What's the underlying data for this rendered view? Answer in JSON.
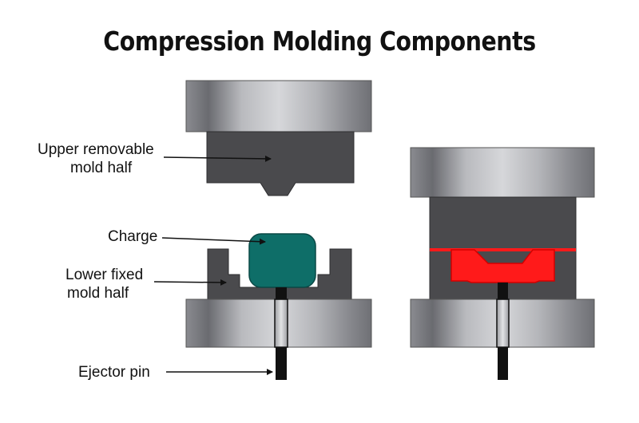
{
  "title": "Compression Molding Components",
  "labels": {
    "upper_mold": [
      "Upper removable",
      "mold half"
    ],
    "charge": "Charge",
    "lower_mold": [
      "Lower fixed",
      "mold half"
    ],
    "ejector_pin": "Ejector pin"
  },
  "colors": {
    "platen_mid": "#c4c5c9",
    "platen_dark": "#6e6f74",
    "mold": "#4a4a4d",
    "charge": "#0e6e68",
    "molded_part": "#ff1a1a",
    "pin": "#111111",
    "text": "#111111"
  }
}
